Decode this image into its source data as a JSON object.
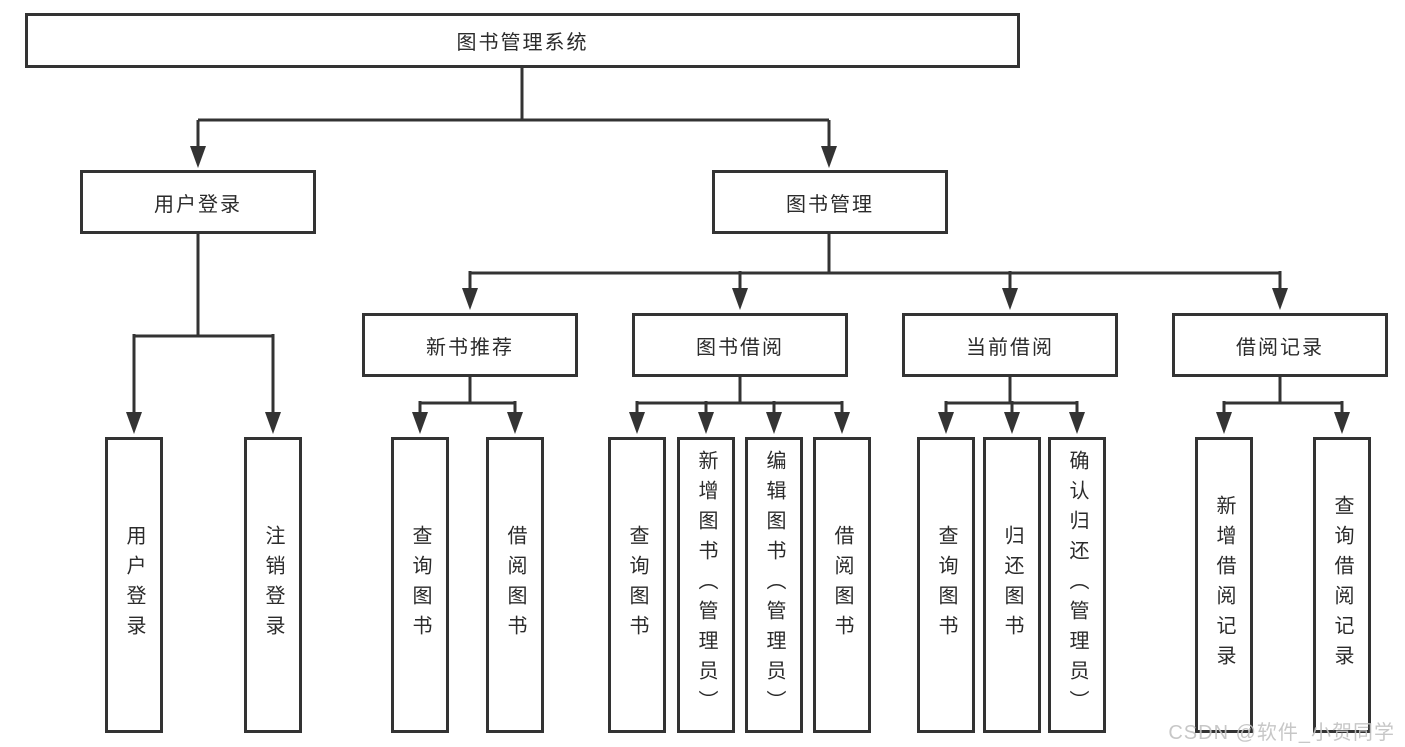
{
  "tree": {
    "label": "图书管理系统",
    "children": [
      {
        "label": "用户登录",
        "children": [
          {
            "label": "用户登录"
          },
          {
            "label": "注销登录"
          }
        ]
      },
      {
        "label": "图书管理",
        "children": [
          {
            "label": "新书推荐",
            "children": [
              {
                "label": "查询图书"
              },
              {
                "label": "借阅图书"
              }
            ]
          },
          {
            "label": "图书借阅",
            "children": [
              {
                "label": "查询图书"
              },
              {
                "label": "新增图书（管理员）"
              },
              {
                "label": "编辑图书（管理员）"
              },
              {
                "label": "借阅图书"
              }
            ]
          },
          {
            "label": "当前借阅",
            "children": [
              {
                "label": "查询图书"
              },
              {
                "label": "归还图书"
              },
              {
                "label": "确认归还（管理员）"
              }
            ]
          },
          {
            "label": "借阅记录",
            "children": [
              {
                "label": "新增借阅记录"
              },
              {
                "label": "查询借阅记录"
              }
            ]
          }
        ]
      }
    ]
  },
  "watermark": {
    "text": "CSDN @软件_小贺同学"
  },
  "colors": {
    "line": "#333333",
    "text": "#2b2b2b",
    "watermark": "#c2c2c2",
    "background": "#ffffff"
  }
}
